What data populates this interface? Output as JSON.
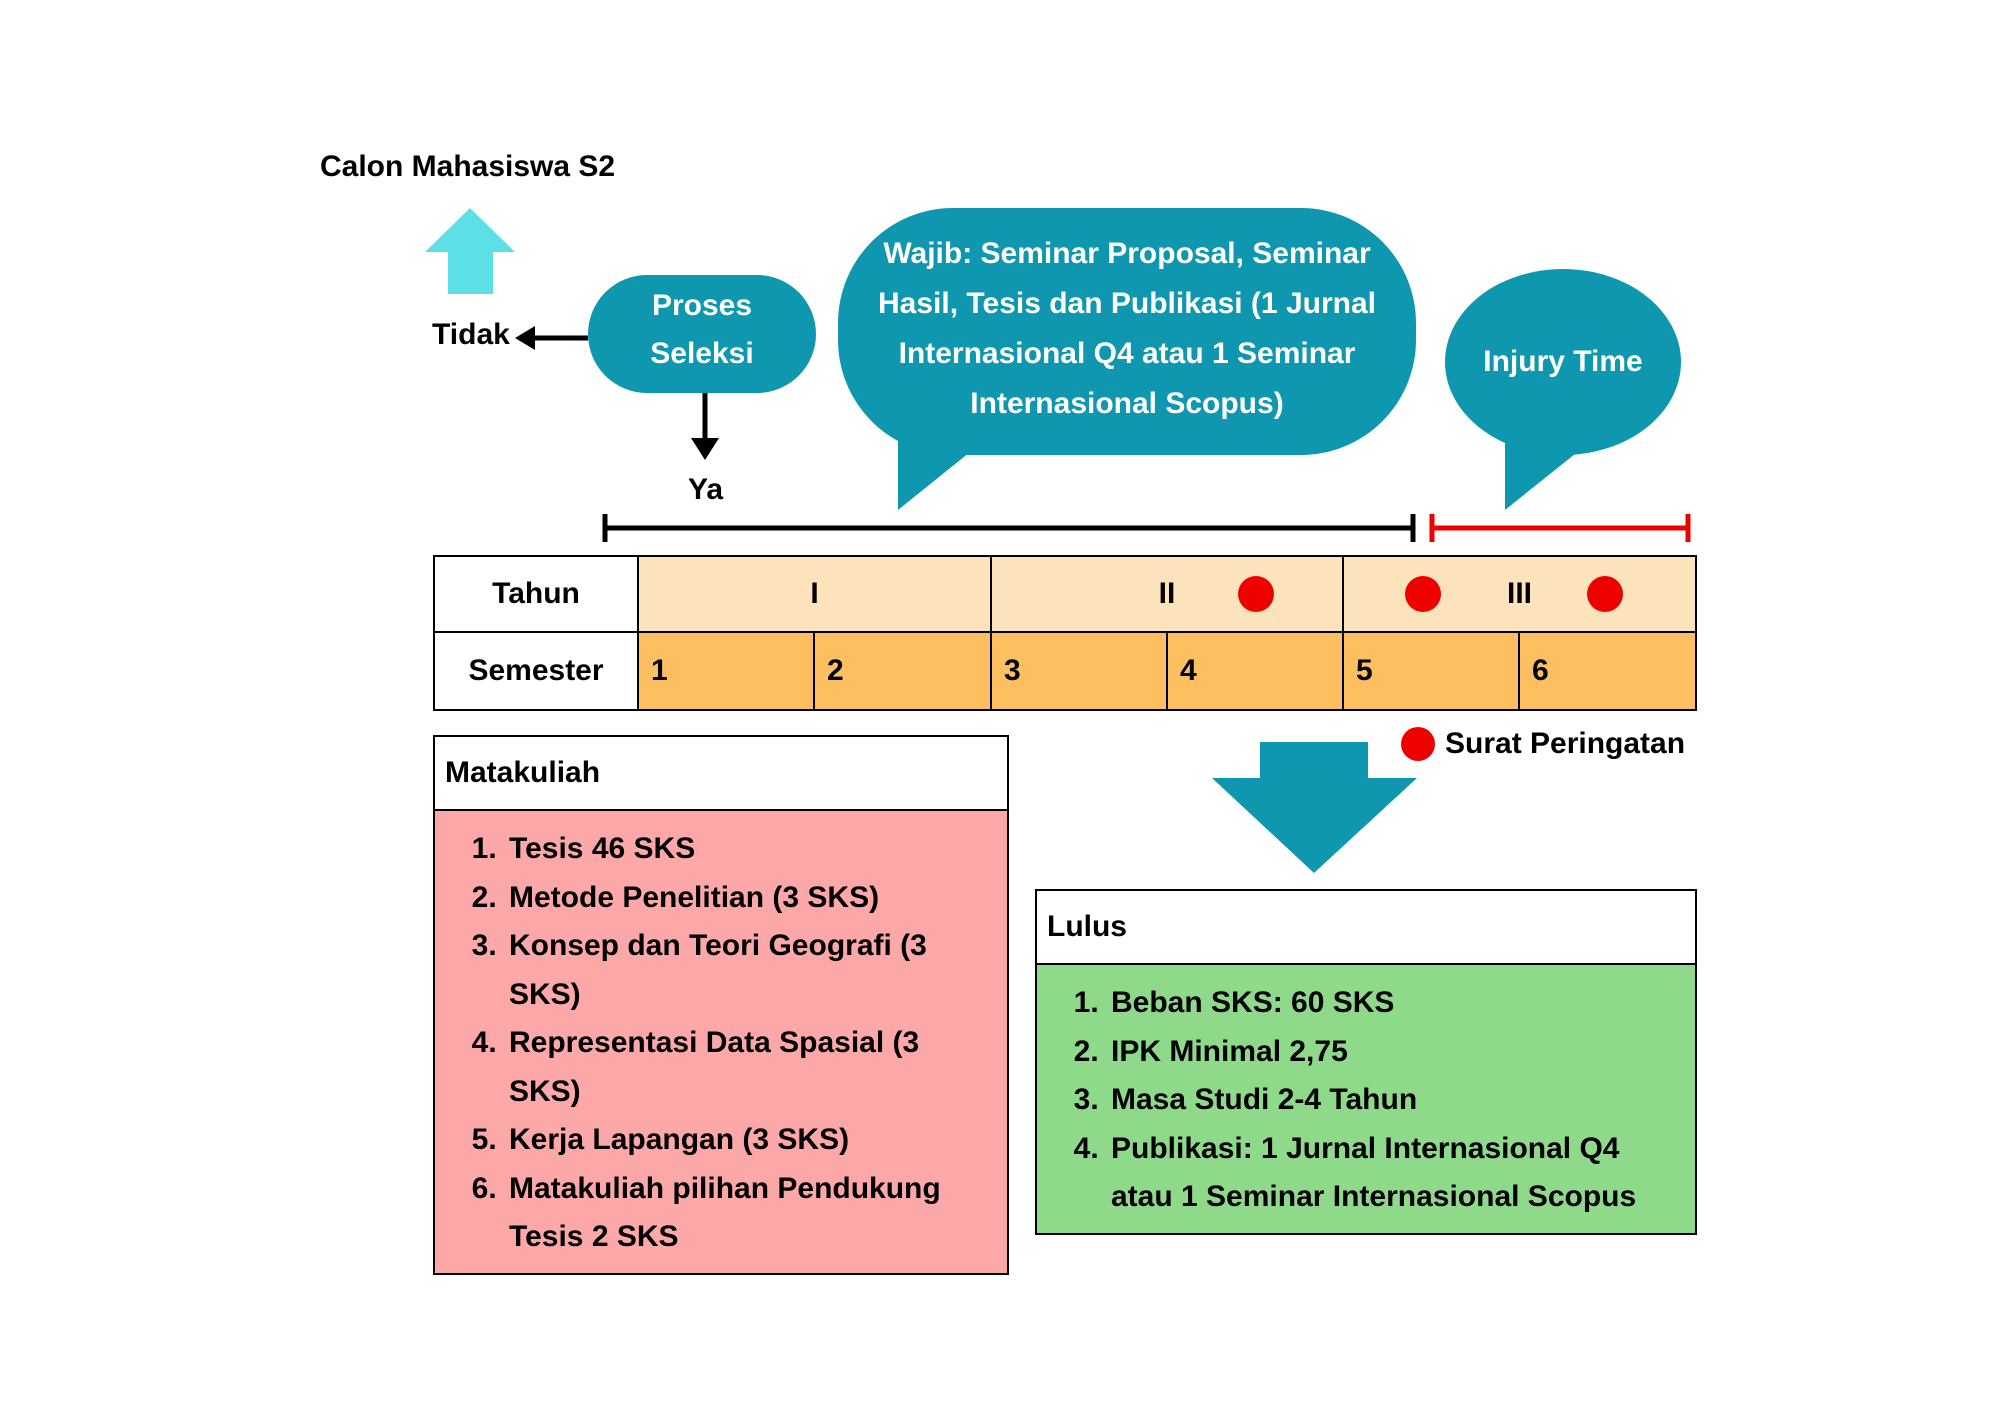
{
  "colors": {
    "bubble": "#0f97b0",
    "up_arrow": "#5ce0e6",
    "year_fill": "#fde3bb",
    "semester_fill": "#fdbf5f",
    "warning_dot": "#ee0000",
    "matakuliah_fill": "#fda8a8",
    "lulus_fill": "#8fd98a",
    "injury_line": "#ee0000"
  },
  "top": {
    "candidate_label": "Calon Mahasiswa S2",
    "no_label": "Tidak",
    "yes_label": "Ya"
  },
  "bubbles": {
    "selection": [
      "Proses",
      "Seleksi"
    ],
    "requirements": [
      "Wajib: Seminar Proposal, Seminar",
      "Hasil, Tesis dan Publikasi (1 Jurnal",
      "Internasional Q4 atau 1 Seminar",
      "Internasional Scopus)"
    ],
    "injury": "Injury Time"
  },
  "table": {
    "year_header": "Tahun",
    "semester_header": "Semester",
    "years": [
      "I",
      "II",
      "III"
    ],
    "semesters": [
      "1",
      "2",
      "3",
      "4",
      "5",
      "6"
    ]
  },
  "legend": {
    "warning": "Surat Peringatan"
  },
  "courses": {
    "title": "Matakuliah",
    "items": [
      [
        "Tesis 46 SKS"
      ],
      [
        "Metode Penelitian (3 SKS)"
      ],
      [
        "Konsep dan Teori Geografi (3",
        "SKS)"
      ],
      [
        "Representasi Data Spasial (3",
        "SKS)"
      ],
      [
        "Kerja Lapangan (3 SKS)"
      ],
      [
        "Matakuliah pilihan Pendukung",
        "Tesis 2 SKS"
      ]
    ]
  },
  "graduate": {
    "title": "Lulus",
    "items": [
      [
        "Beban SKS: 60 SKS"
      ],
      [
        "IPK Minimal 2,75"
      ],
      [
        "Masa Studi 2-4 Tahun"
      ],
      [
        "Publikasi: 1 Jurnal Internasional Q4",
        "atau 1 Seminar Internasional Scopus"
      ]
    ]
  }
}
